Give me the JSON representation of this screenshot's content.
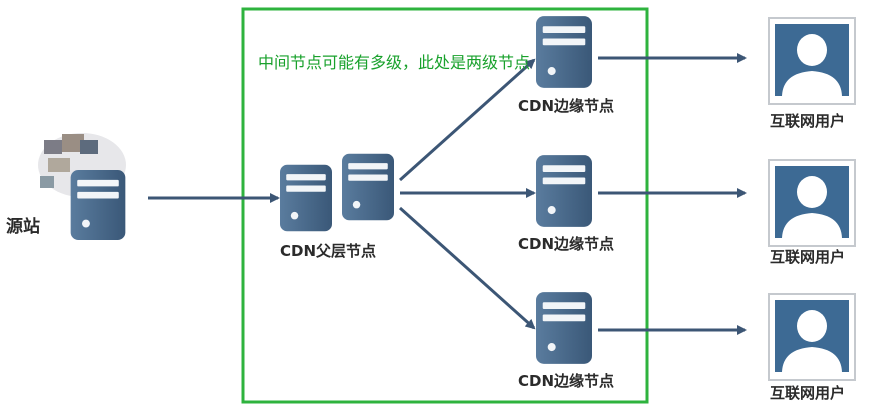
{
  "colors": {
    "box_border": "#2eb33e",
    "note_text": "#19a12c",
    "server": "#3f5f80",
    "arrow": "#3c5675",
    "user": "#3d6a94"
  },
  "labels": {
    "note": "中间节点可能有多级，此处是两级节点",
    "origin": "源站",
    "parent": "CDN父层节点",
    "edge_top": "CDN边缘节点",
    "edge_mid": "CDN边缘节点",
    "edge_bot": "CDN边缘节点",
    "user_top": "互联网用户",
    "user_mid": "互联网用户",
    "user_bot": "互联网用户"
  },
  "icons": {
    "origin": "server-icon",
    "parent": "server-pair-icon",
    "edge": "server-icon",
    "user": "user-avatar-icon"
  }
}
